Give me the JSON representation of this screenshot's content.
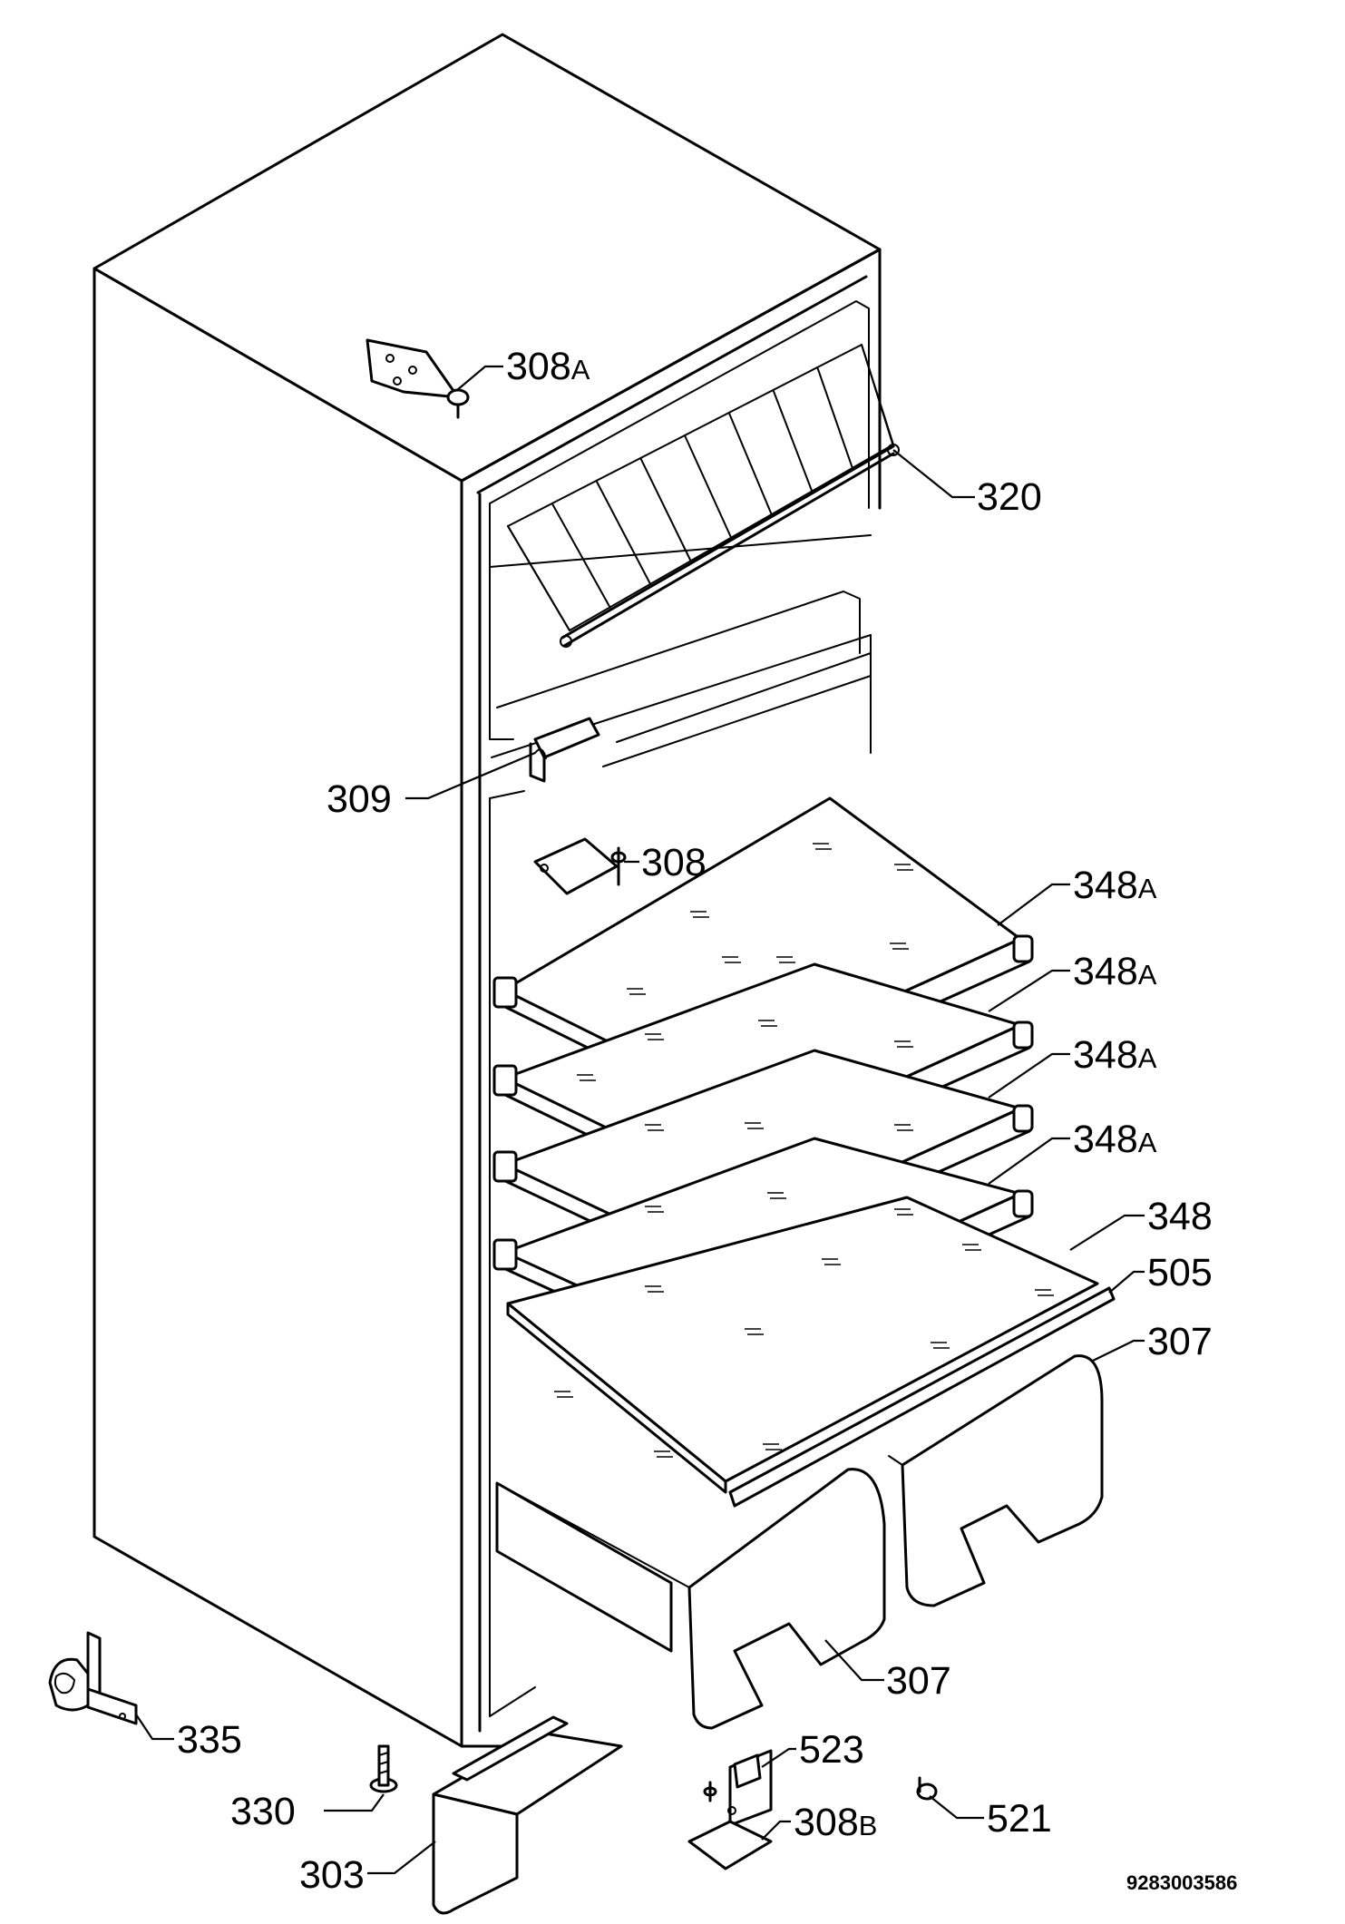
{
  "document_number": "9283003586",
  "callouts": [
    {
      "key": "c308a",
      "num": "308",
      "suffix": "A"
    },
    {
      "key": "c320",
      "num": "320",
      "suffix": ""
    },
    {
      "key": "c309",
      "num": "309",
      "suffix": ""
    },
    {
      "key": "c308",
      "num": "308",
      "suffix": ""
    },
    {
      "key": "c348a1",
      "num": "348",
      "suffix": "A"
    },
    {
      "key": "c348a2",
      "num": "348",
      "suffix": "A"
    },
    {
      "key": "c348a3",
      "num": "348",
      "suffix": "A"
    },
    {
      "key": "c348a4",
      "num": "348",
      "suffix": "A"
    },
    {
      "key": "c348",
      "num": "348",
      "suffix": ""
    },
    {
      "key": "c505",
      "num": "505",
      "suffix": ""
    },
    {
      "key": "c307a",
      "num": "307",
      "suffix": ""
    },
    {
      "key": "c307b",
      "num": "307",
      "suffix": ""
    },
    {
      "key": "c335",
      "num": "335",
      "suffix": ""
    },
    {
      "key": "c523",
      "num": "523",
      "suffix": ""
    },
    {
      "key": "c330",
      "num": "330",
      "suffix": ""
    },
    {
      "key": "c521",
      "num": "521",
      "suffix": ""
    },
    {
      "key": "c308b",
      "num": "308",
      "suffix": "B"
    },
    {
      "key": "c303",
      "num": "303",
      "suffix": ""
    }
  ]
}
